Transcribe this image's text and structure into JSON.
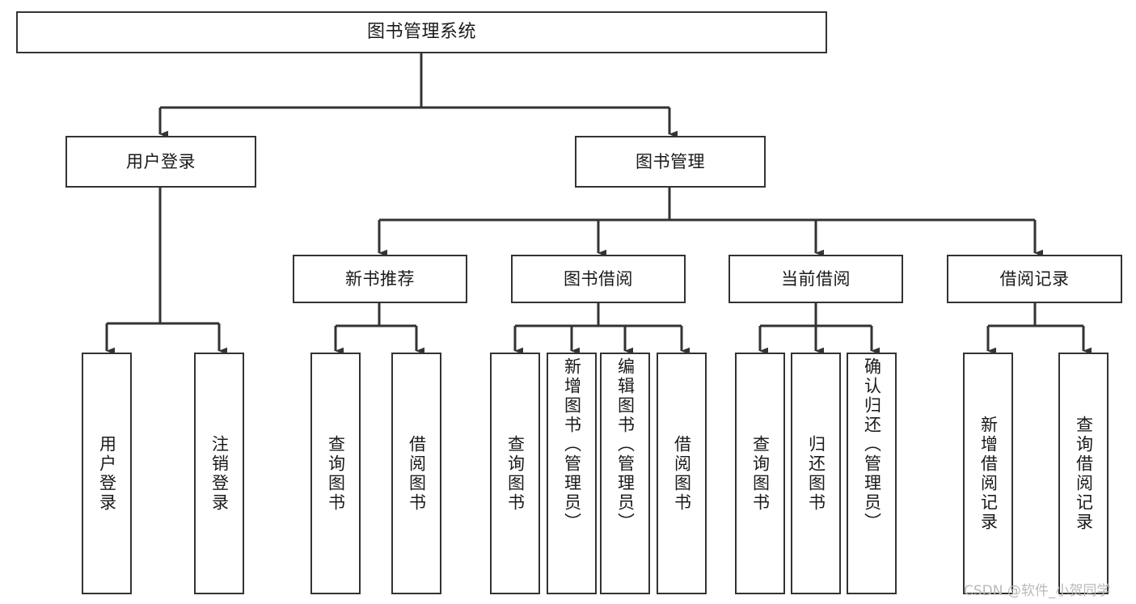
{
  "diagram": {
    "title": "图书管理系统",
    "type": "tree",
    "orientation": "top-down",
    "colors": {
      "box_border": "#333333",
      "box_fill": "#ffffff",
      "edge": "#333333",
      "text": "#1a1a1a",
      "watermark": "#b9b9b9",
      "background": "#ffffff"
    },
    "nodes": {
      "root": {
        "label": "图书管理系统",
        "level": 1
      },
      "level2": [
        {
          "id": "user-login",
          "label": "用户登录"
        },
        {
          "id": "book-management",
          "label": "图书管理"
        }
      ],
      "level3": [
        {
          "id": "new-book-recommend",
          "label": "新书推荐",
          "parent": "book-management"
        },
        {
          "id": "book-borrow",
          "label": "图书借阅",
          "parent": "book-management"
        },
        {
          "id": "current-borrow",
          "label": "当前借阅",
          "parent": "book-management"
        },
        {
          "id": "borrow-record",
          "label": "借阅记录",
          "parent": "book-management"
        }
      ],
      "leaves": [
        {
          "id": "leaf-user-login",
          "label": "用户登录",
          "parent": "user-login"
        },
        {
          "id": "leaf-user-logout",
          "label": "注销登录",
          "parent": "user-login"
        },
        {
          "id": "leaf-query-book-1",
          "label": "查询图书",
          "parent": "new-book-recommend"
        },
        {
          "id": "leaf-borrow-book-1",
          "label": "借阅图书",
          "parent": "new-book-recommend"
        },
        {
          "id": "leaf-query-book-2",
          "label": "查询图书",
          "parent": "book-borrow"
        },
        {
          "id": "leaf-add-book",
          "label": "新增图书（管理员）",
          "parent": "book-borrow"
        },
        {
          "id": "leaf-edit-book",
          "label": "编辑图书（管理员）",
          "parent": "book-borrow"
        },
        {
          "id": "leaf-borrow-book-2",
          "label": "借阅图书",
          "parent": "book-borrow"
        },
        {
          "id": "leaf-query-book-3",
          "label": "查询图书",
          "parent": "current-borrow"
        },
        {
          "id": "leaf-return-book",
          "label": "归还图书",
          "parent": "current-borrow"
        },
        {
          "id": "leaf-confirm-return",
          "label": "确认归还（管理员）",
          "parent": "current-borrow"
        },
        {
          "id": "leaf-add-record",
          "label": "新增借阅记录",
          "parent": "borrow-record"
        },
        {
          "id": "leaf-query-record",
          "label": "查询借阅记录",
          "parent": "borrow-record"
        }
      ]
    },
    "watermark": "CSDN @软件_小贺同学"
  }
}
